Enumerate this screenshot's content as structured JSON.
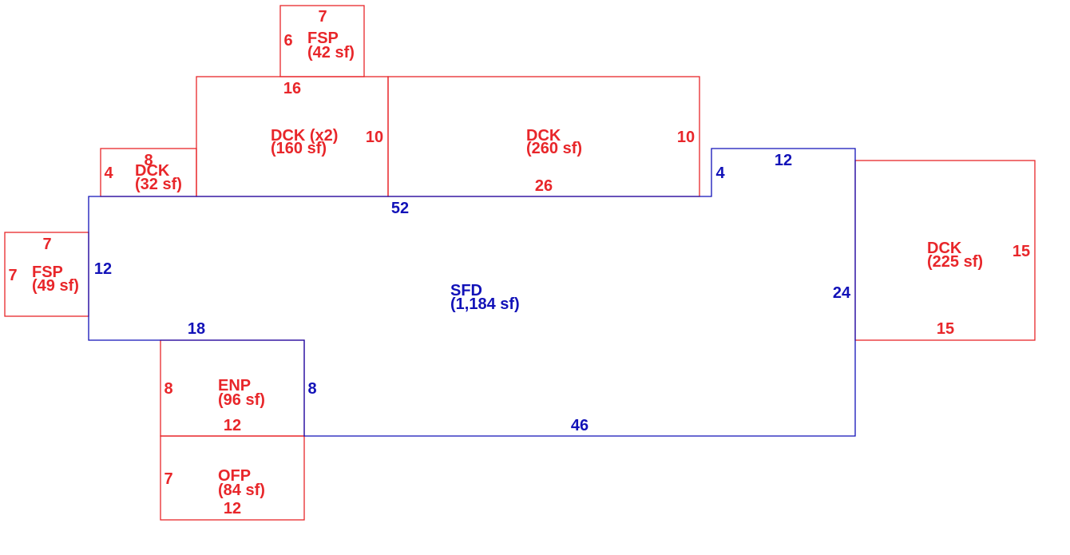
{
  "colors": {
    "addition": "#e8262a",
    "main": "#1212b8",
    "background": "#ffffff"
  },
  "main": {
    "code": "SFD",
    "area": "(1,184 sf)",
    "dims": {
      "top": "52",
      "left": "12",
      "step_bottom": "18",
      "step_side": "8",
      "bottom": "46",
      "right": "24",
      "notch_side": "4",
      "notch_top": "12"
    }
  },
  "areas": {
    "fsp_top": {
      "code": "FSP",
      "area": "(42 sf)",
      "w": "7",
      "h": "6"
    },
    "dck_x2": {
      "code": "DCK (x2)",
      "area": "(160 sf)",
      "w": "16",
      "h": "10"
    },
    "dck_260": {
      "code": "DCK",
      "area": "(260 sf)",
      "w": "26",
      "h": "10"
    },
    "dck_32": {
      "code": "DCK",
      "area": "(32 sf)",
      "w": "8",
      "h": "4"
    },
    "fsp_left": {
      "code": "FSP",
      "area": "(49 sf)",
      "w": "7",
      "h": "7"
    },
    "dck_225": {
      "code": "DCK",
      "area": "(225 sf)",
      "w": "15",
      "h": "15"
    },
    "enp": {
      "code": "ENP",
      "area": "(96 sf)",
      "w": "12",
      "h": "8"
    },
    "ofp": {
      "code": "OFP",
      "area": "(84 sf)",
      "w": "12",
      "h": "7"
    }
  }
}
